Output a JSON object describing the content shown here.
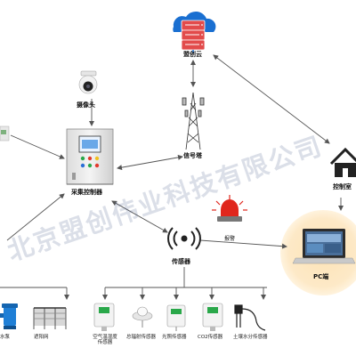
{
  "nodes": {
    "cloud": "盟创云",
    "camera": "摄像头",
    "tower": "信号塔",
    "control_room": "控制室",
    "collector": "采集控制器",
    "alarm": "报警",
    "sensor": "传感器",
    "pc": "PC端"
  },
  "sensors": [
    {
      "line1": "空气温湿度",
      "line2": "传感器"
    },
    {
      "line1": "总辐射传感器",
      "line2": ""
    },
    {
      "line1": "光照传感器",
      "line2": ""
    },
    {
      "line1": "CO2传感器",
      "line2": ""
    },
    {
      "line1": "土壤水分传感器",
      "line2": ""
    }
  ],
  "devices": {
    "water_pump": "水泵",
    "shade_net": "遮阳网"
  },
  "watermark": "北京盟创伟业科技有限公司",
  "colors": {
    "cloud": "#1a6fd1",
    "server": "#e24b4b",
    "alarm": "#e0261c",
    "pc_glow": "#fde3b6",
    "arrow": "#555555",
    "pump": "#1f7fd6"
  }
}
